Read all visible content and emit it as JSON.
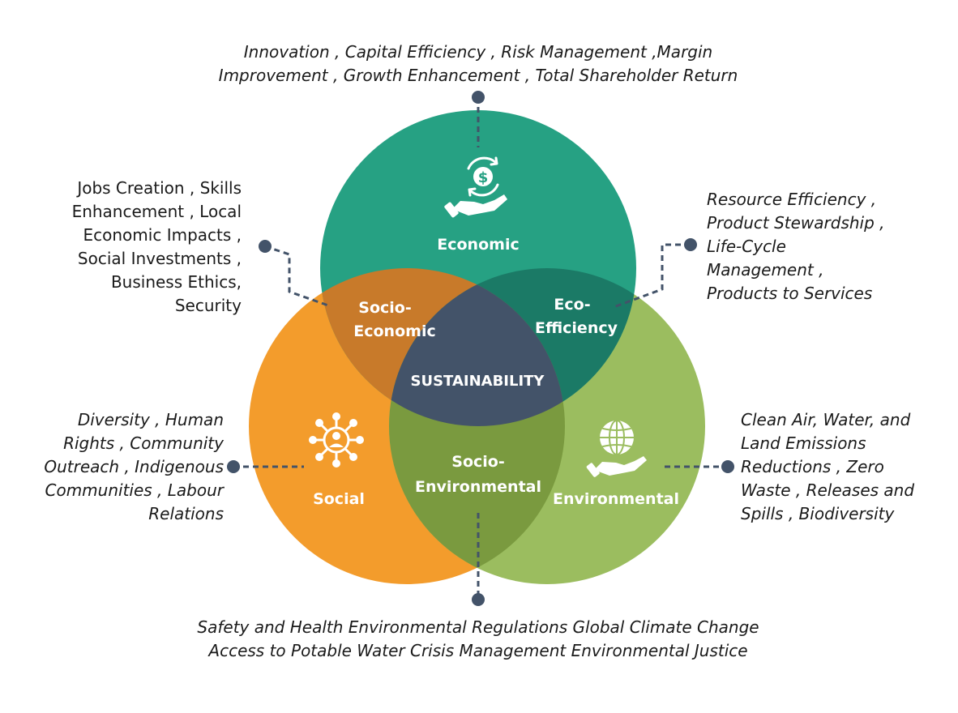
{
  "circles": {
    "economic": {
      "label": "Economic",
      "color": "#26a183"
    },
    "social": {
      "label": "Social",
      "color": "#f39c2c"
    },
    "environmental": {
      "label": "Environmental",
      "color": "#9bbd5f"
    }
  },
  "overlaps": {
    "socio_economic": {
      "lines": [
        "Socio-",
        "Economic"
      ],
      "color": "#c87a2a"
    },
    "eco_efficiency": {
      "lines": [
        "Eco-",
        "Efficiency"
      ],
      "color": "#1b7a66"
    },
    "socio_environmental": {
      "lines": [
        "Socio-",
        "Environmental"
      ],
      "color": "#7a9a3f"
    },
    "center": {
      "label": "SUSTAINABILITY",
      "color": "#435369"
    }
  },
  "connector_color": "#435369",
  "annotations": {
    "economic": {
      "lines": [
        "Innovation , Capital Efficiency , Risk Management ,Margin",
        "Improvement , Growth Enhancement , Total Shareholder Return"
      ]
    },
    "socio_economic": {
      "lines": [
        "Jobs Creation , Skills",
        "Enhancement , Local",
        "Economic Impacts ,",
        "Social Investments ,",
        "Business Ethics,",
        "Security"
      ]
    },
    "eco_efficiency": {
      "lines": [
        "Resource Efficiency ,",
        "Product Stewardship ,",
        "Life-Cycle",
        "Management ,",
        "Products to Services"
      ]
    },
    "social": {
      "lines": [
        "Diversity , Human",
        "Rights , Community",
        "Outreach , Indigenous",
        "Communities , Labour",
        "Relations"
      ]
    },
    "environmental": {
      "lines": [
        "Clean Air, Water, and",
        "Land Emissions",
        "Reductions , Zero",
        "Waste , Releases and",
        "Spills , Biodiversity"
      ]
    },
    "socio_environmental": {
      "lines": [
        "Safety and Health Environmental Regulations Global Climate Change",
        "Access to Potable Water Crisis Management Environmental Justice"
      ]
    }
  },
  "icons": {
    "economic": "money-cycle-hand-icon",
    "social": "people-network-icon",
    "environmental": "globe-hand-icon"
  }
}
